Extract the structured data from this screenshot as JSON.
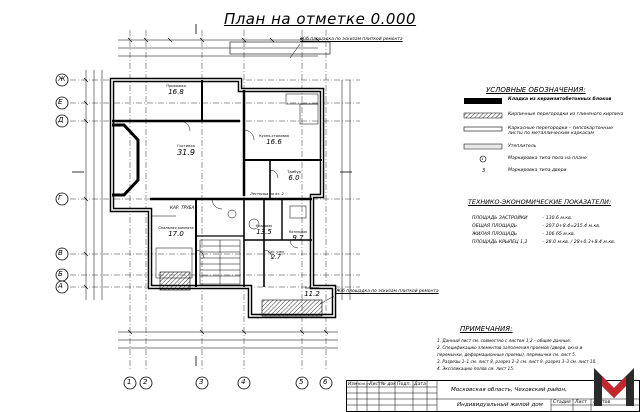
{
  "title": "План на отметке 0.000",
  "callouts": {
    "top": "Ж/б площадка по эскизам плиткой ремонта",
    "bottom": "Ж/б площадка по эскизам плиткой ремонта"
  },
  "axes_rows": [
    "Ж",
    "Е",
    "Д",
    "Г",
    "В",
    "Б",
    "А"
  ],
  "axes_cols": [
    "1",
    "2",
    "3",
    "4",
    "5",
    "6"
  ],
  "rooms": [
    {
      "name": "Прихожая",
      "num": "1",
      "area": "16.8"
    },
    {
      "name": "Гостиная",
      "num": "2",
      "area": "31.9"
    },
    {
      "name": "Кухня-столовая",
      "num": "3",
      "area": "16.6"
    },
    {
      "name": "Тамбур",
      "num": "4",
      "area": "6.0"
    },
    {
      "name": "Спальная комната",
      "num": "5",
      "area": "17.0"
    },
    {
      "name": "Сан. узел",
      "num": "6",
      "area": "2.7"
    },
    {
      "name": "Котельная",
      "num": "7",
      "area": "9.7"
    },
    {
      "name": "Кладовая",
      "num": "8",
      "area": "13.5"
    },
    {
      "name": "Кабинет",
      "num": "9",
      "area": "11.2"
    }
  ],
  "labels": {
    "kar_truba": "КАР. ТРУБА",
    "stair_note": "Лестница на эт. 2"
  },
  "legend": {
    "title": "УСЛОВНЫЕ ОБОЗНАЧЕНИЯ:",
    "items": [
      "Кладка из керамзитобетонных блоков",
      "Кирпичные перегородки из глиняного кирпича",
      "Каркасные перегородки – гипсокартонные листы по металлическим каркасам",
      "Утеплитель",
      "Маркировка типа пола на плане",
      "Маркировка типа двери"
    ],
    "marker_1": "1",
    "marker_2": "3"
  },
  "tep": {
    "title": "ТЕХНИКО-ЭКОНОМИЧЕСКИЕ ПОКАЗАТЕЛИ:",
    "rows": [
      {
        "label": "ПЛОЩАДЬ ЗАСТРОЙКИ",
        "value": "– 130.6 м.кв."
      },
      {
        "label": "ОБЩАЯ ПЛОЩАДЬ",
        "value": "– 207.0+8.4=215.4 м.кв."
      },
      {
        "label": "ЖИЛАЯ ПЛОЩАДЬ",
        "value": "– 106.65 м.кв."
      },
      {
        "label": "ПЛОЩАДЬ КРЫЛЕЦ 1,2",
        "value": "– 28.0 м.кв. / 28+0.3+8.4 м.кв."
      }
    ]
  },
  "notes": {
    "title": "ПРИМЕЧАНИЯ:",
    "items": [
      "1. Данный лист см. совместно с листом 1,2 – общие данные.",
      "2. Спецификацию элементов заполнения проемов (двери, окна и",
      "перемычки, деформационные проемы), перемычки см. лист 5.",
      "3. Разрезы 1–1 см. лист 8, разрез 2–2 см. лист 9, разрез 3–3 см. лист 10.",
      "4. Экспликацию полов см. лист 15."
    ]
  },
  "stamp": {
    "headers": [
      "Изм",
      "Кол.уч",
      "Лист",
      "№ док",
      "Подп.",
      "Дата"
    ],
    "location": "Московская область, Чеховский район,",
    "project": "Индивидуальный жилой дом",
    "stage_label": "Стадия",
    "sheet_label": "Лист",
    "sheets_label": "Листов"
  },
  "logo": {
    "letter": "M",
    "color": "#c1272d",
    "dark": "#2a2a2a"
  }
}
